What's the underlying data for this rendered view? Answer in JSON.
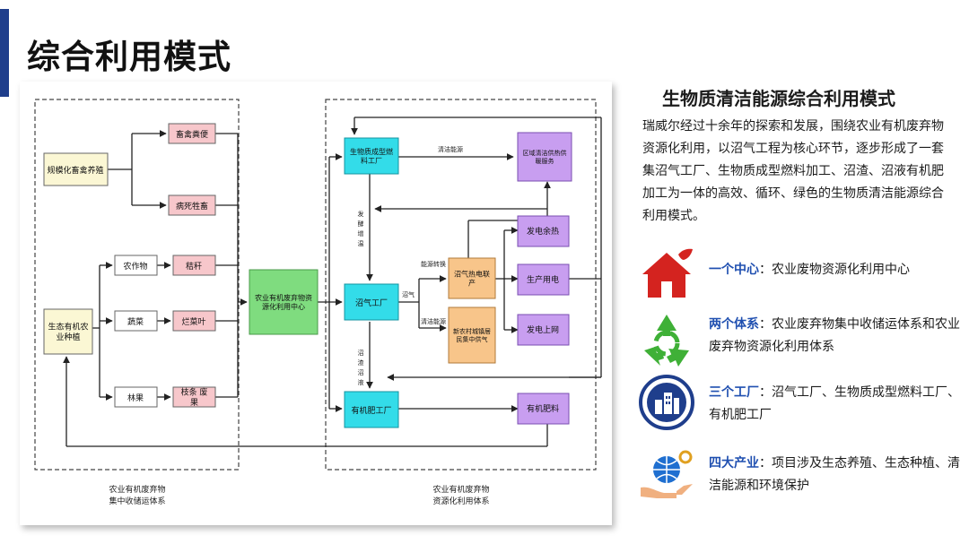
{
  "page": {
    "title": "综合利用模式"
  },
  "diagram": {
    "nodes": {
      "livestock": "规模化畜禽养殖",
      "manure": "畜禽粪便",
      "dead_animals": "病死牲畜",
      "eco_planting": "生态有机农业种植",
      "crops": "农作物",
      "vegetables": "蔬菜",
      "fruit_forest": "林果",
      "straw": "秸秆",
      "rotten_leaves": "烂菜叶",
      "branches": "枝条 废果",
      "center": "农业有机废弃物资源化利用中心",
      "biomass_factory": "生物质成型燃料工厂",
      "biogas_factory": "沼气工厂",
      "fertilizer_factory": "有机肥工厂",
      "chp": "沼气热电联产",
      "village_gas": "新农村城镇居民集中供气",
      "regional_heating": "区域清洁供热供暖服务",
      "waste_heat": "发电余热",
      "production_power": "生产用电",
      "grid_power": "发电上网",
      "organic_fertilizer": "有机肥料"
    },
    "edge_labels": {
      "clean_energy": "清洁能源",
      "ferment_heat": "发酵增温",
      "energy_conversion": "能源转换",
      "biogas": "沼气",
      "clean_energy_2": "清洁能源",
      "digestate": "沼渣沼液"
    },
    "regions": {
      "left": "农业有机废弃物集中收储运体系",
      "right": "农业有机废弃物资源化利用体系"
    }
  },
  "sidebar": {
    "title": "生物质清洁能源综合利用模式",
    "intro": "瑞威尔经过十余年的探索和发展，围绕农业有机废弃物资源化利用，以沼气工程为核心环节，逐步形成了一套集沼气工厂、生物质成型燃料加工、沼渣、沼液有机肥加工为一体的高效、循环、绿色的生物质清洁能源综合利用模式。",
    "features": [
      {
        "lead": "一个中心",
        "sep": "：",
        "text": "农业废物资源化利用中心",
        "icon": "house-leaf-icon"
      },
      {
        "lead": "两个体系",
        "sep": "：",
        "text": "农业废弃物集中收储运体系和农业废弃物资源化利用体系",
        "icon": "recycle-icon"
      },
      {
        "lead": "三个工厂",
        "sep": "：",
        "text": "沼气工厂、生物质成型燃料工厂、有机肥工厂",
        "icon": "factory-building-icon"
      },
      {
        "lead": "四大产业",
        "sep": "：",
        "text": "项目涉及生态养殖、生态种植、清洁能源和环境保护",
        "icon": "globe-hands-icon"
      }
    ]
  },
  "colors": {
    "accent": "#1f3e8c",
    "lead_text": "#1f4fb0",
    "source_fill": "#fbf7d4",
    "stage_fill": "#ffffff",
    "waste_fill": "#f7c7cb",
    "center_fill": "#7fdc7f",
    "factory_fill": "#33dce9",
    "product_fill": "#c89ef0",
    "biogas_product_fill": "#f8c58a",
    "icon_red": "#d4231f",
    "icon_green": "#3fb037",
    "icon_navy": "#1f3e8c"
  }
}
